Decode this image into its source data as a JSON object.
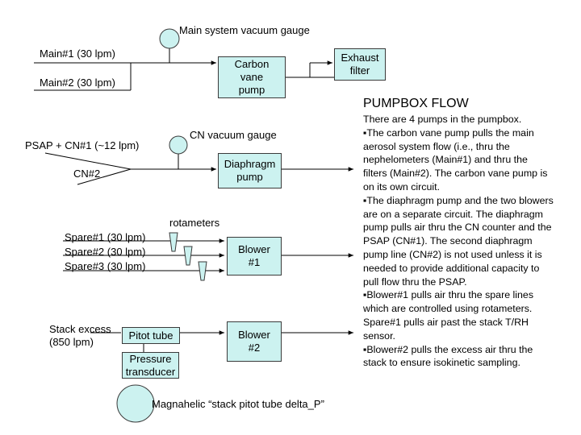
{
  "labels": {
    "main_gauge": "Main system vacuum gauge",
    "main1": "Main#1 (30 lpm)",
    "main2": "Main#2 (30 lpm)",
    "psap_cn1": "PSAP + CN#1 (~12 lpm)",
    "cn2": "CN#2",
    "cn_gauge": "CN vacuum gauge",
    "rotameters": "rotameters",
    "spare1": "Spare#1 (30 lpm)",
    "spare2": "Spare#2 (30 lpm)",
    "spare3": "Spare#3 (30 lpm)",
    "stack_excess": "Stack excess\n(850 lpm)",
    "magnahelic": "Magnahelic “stack pitot tube delta_P”"
  },
  "boxes": {
    "carbon_vane": "Carbon\nvane\npump",
    "exhaust": "Exhaust\nfilter",
    "diaphragm": "Diaphragm\npump",
    "blower1": "Blower\n#1",
    "blower2": "Blower\n#2",
    "pitot": "Pitot tube",
    "pressure": "Pressure\ntransducer"
  },
  "notes": {
    "title": "PUMPBOX FLOW",
    "body": "There are 4 pumps in the pumpbox.\n▪The carbon vane pump pulls the main aerosol system flow (i.e., thru the nephelometers (Main#1) and thru the filters (Main#2). The carbon vane pump is on its own circuit.\n▪The diaphragm pump and the two blowers are on a separate circuit. The diaphragm pump pulls air thru the CN counter and the PSAP (CN#1). The second diaphragm pump line (CN#2) is not used unless it is needed to provide additional capacity to pull flow thru the PSAP.\n▪Blower#1 pulls air thru the spare lines which are controlled using rotameters.  Spare#1 pulls air past the stack T/RH sensor.\n▪Blower#2 pulls the excess air thru the stack to ensure isokinetic sampling."
  },
  "colors": {
    "box_fill": "#ccf2f0",
    "gauge_fill": "#ccf2f0",
    "line": "#000000"
  }
}
